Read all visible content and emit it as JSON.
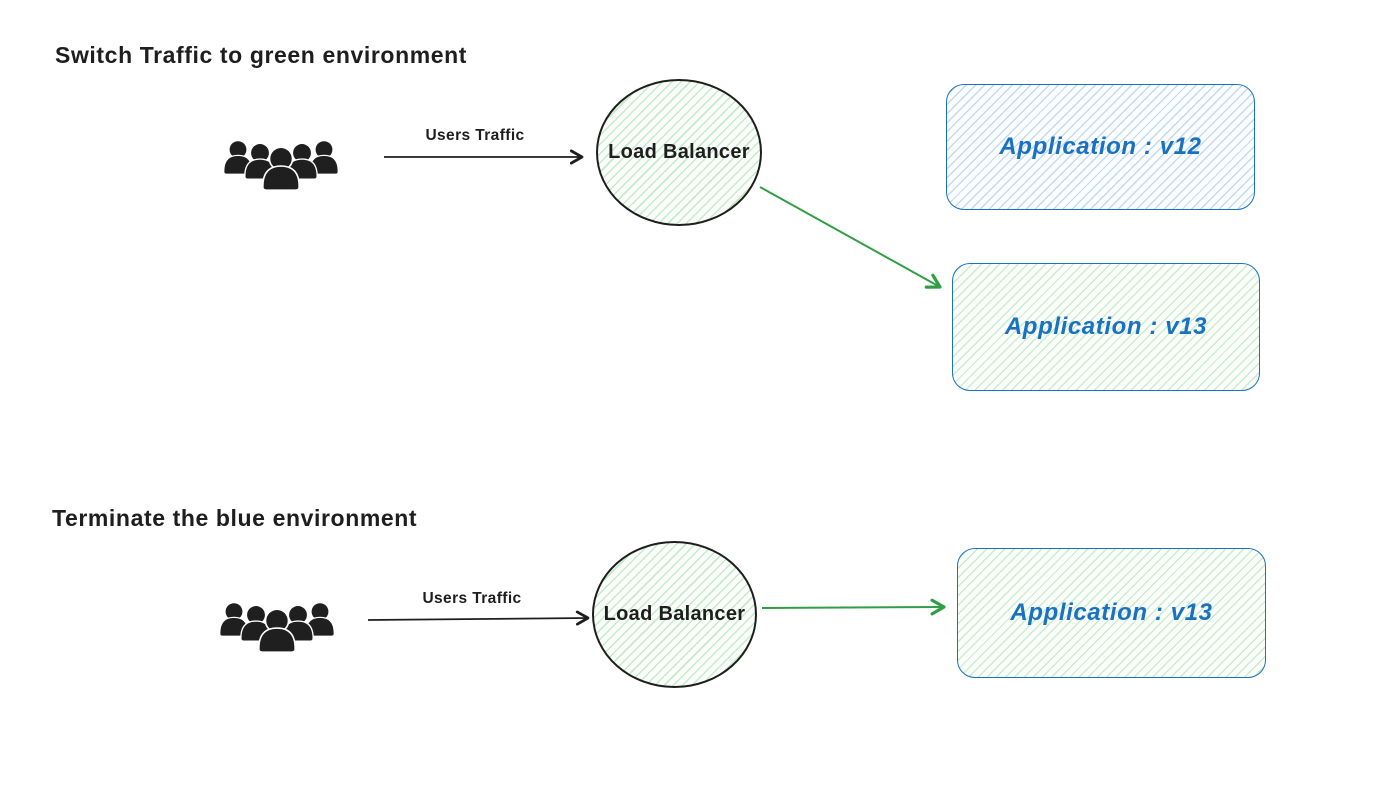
{
  "diagram": {
    "tool_style": "hand-drawn whiteboard diagram",
    "colors": {
      "ink": "#1e1e1e",
      "blue_accent": "#1971c2",
      "green_accent": "#2f9e44"
    },
    "sections": [
      {
        "title": "Switch Traffic to green environment",
        "traffic_label": "Users Traffic",
        "load_balancer_label": "Load Balancer",
        "applications": [
          {
            "label": "Application : v12",
            "variant": "blue"
          },
          {
            "label": "Application : v13",
            "variant": "green"
          }
        ]
      },
      {
        "title": "Terminate the blue environment",
        "traffic_label": "Users Traffic",
        "load_balancer_label": "Load Balancer",
        "applications": [
          {
            "label": "Application : v13",
            "variant": "green"
          }
        ]
      }
    ]
  }
}
